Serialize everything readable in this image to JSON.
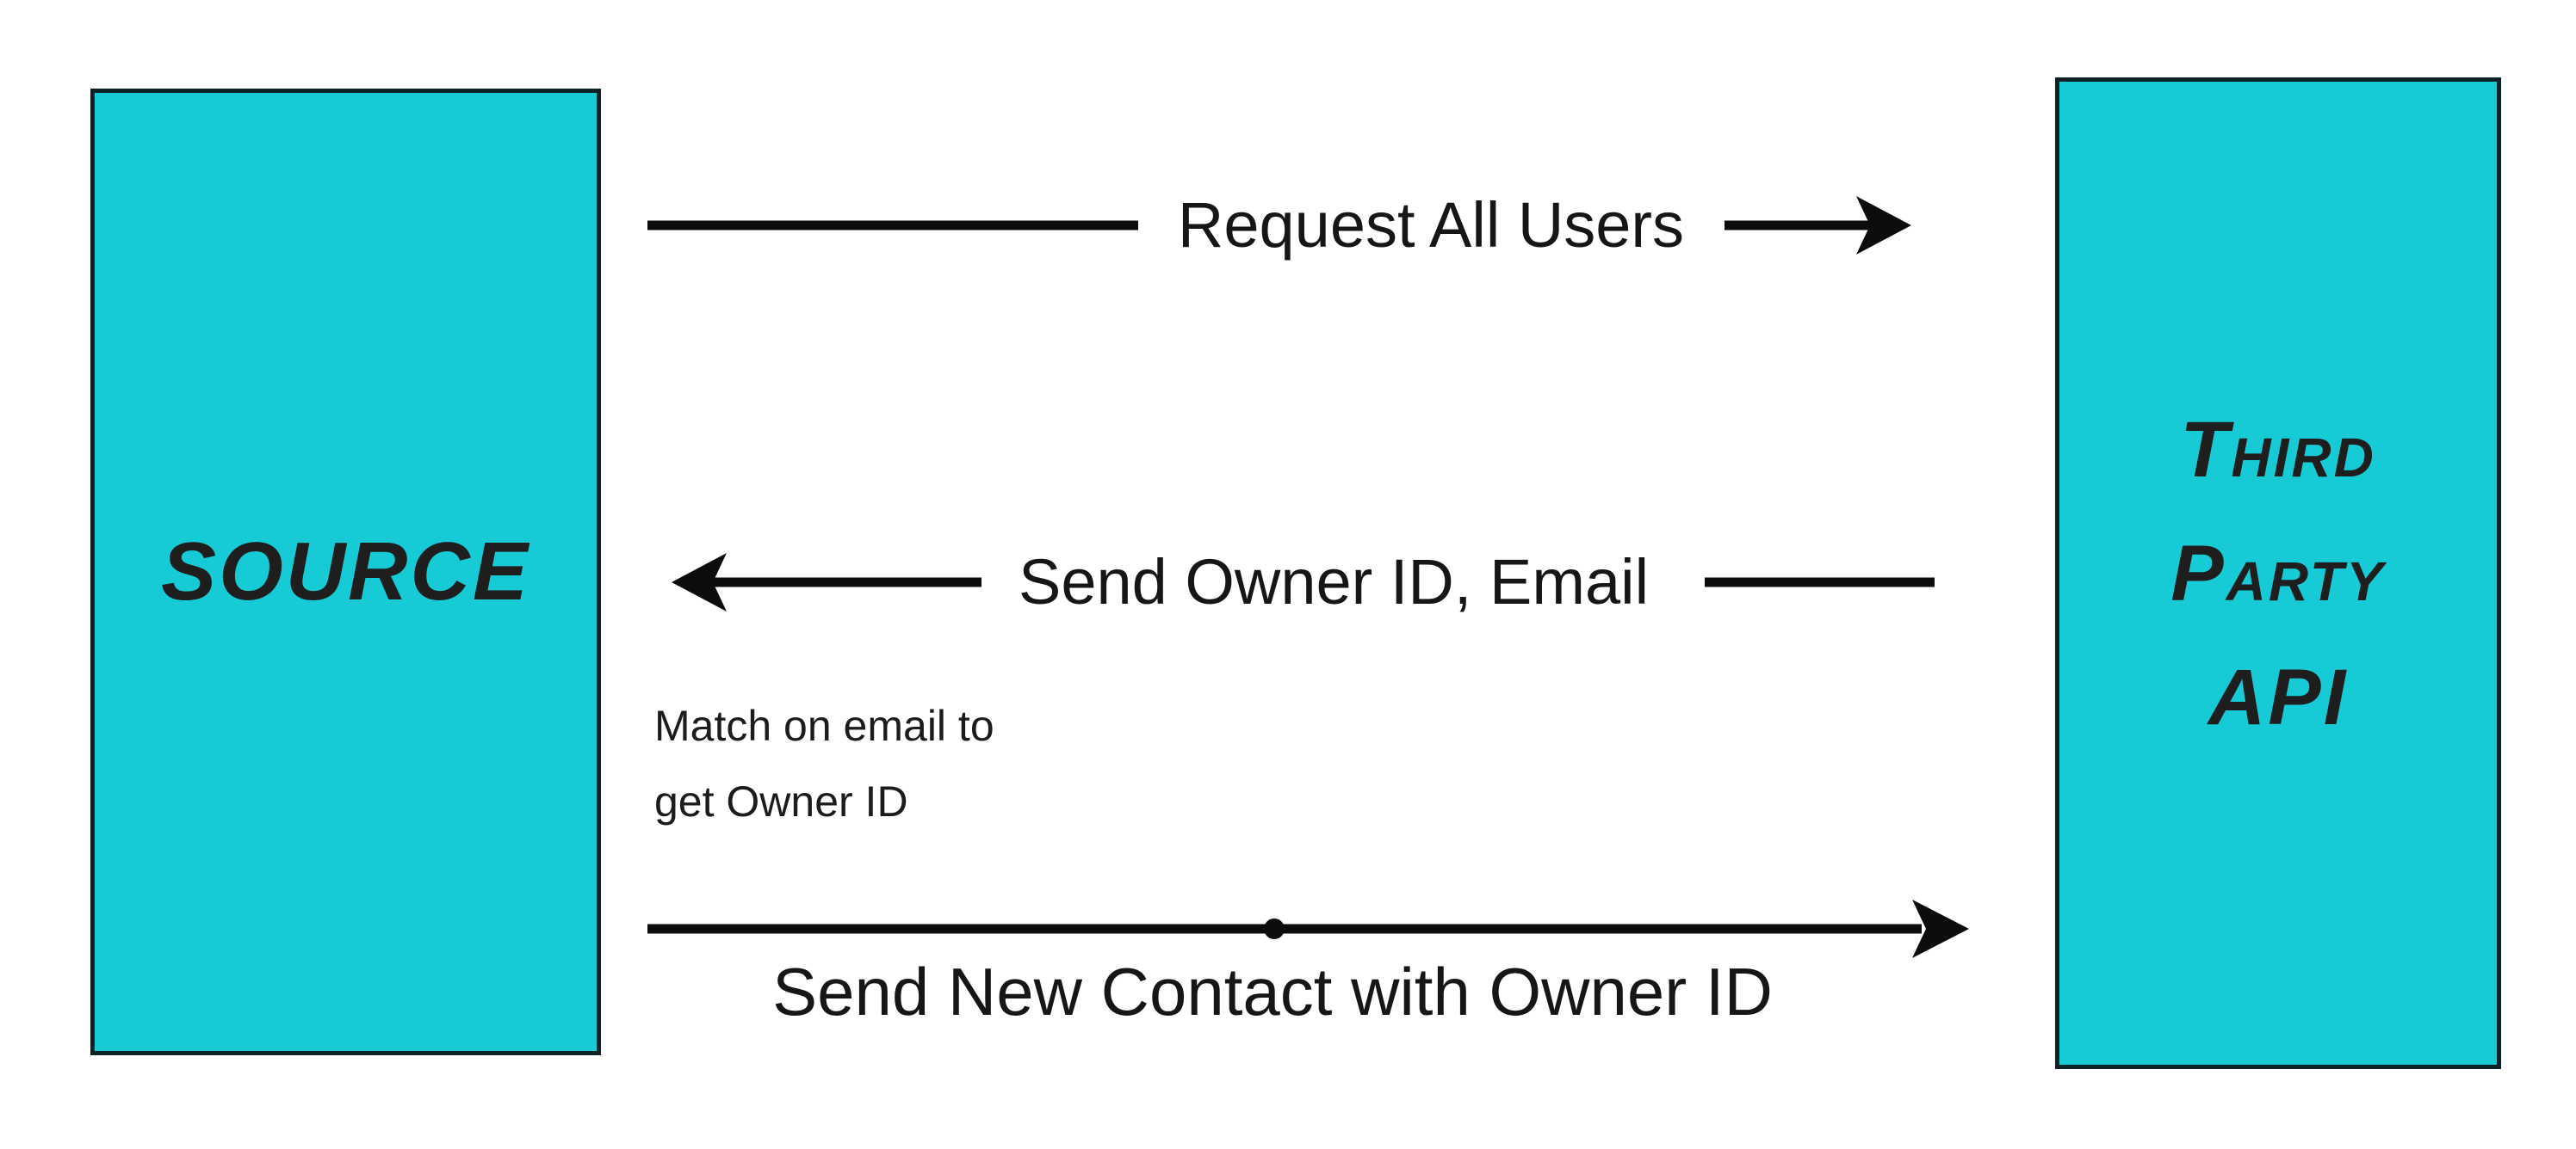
{
  "diagram": {
    "title": "Source to Third Party API sequence",
    "actors": {
      "source": {
        "label": "SOURCE"
      },
      "third_party": {
        "lines": [
          "Third",
          "Party",
          "API"
        ]
      }
    },
    "messages": [
      {
        "label": "Request All Users",
        "from": "source",
        "to": "third_party",
        "direction": "right"
      },
      {
        "label": "Send Owner ID, Email",
        "from": "third_party",
        "to": "source",
        "direction": "left"
      },
      {
        "label": "Send New Contact with Owner ID",
        "from": "source",
        "to": "third_party",
        "direction": "right"
      }
    ],
    "note": {
      "lines": [
        "Match on email to",
        "get Owner ID"
      ]
    },
    "colors": {
      "actor_fill": "#16cbd5",
      "actor_border": "#0d2227",
      "arrow": "#0c0c0c",
      "text": "#161616",
      "background": "#ffffff"
    }
  }
}
